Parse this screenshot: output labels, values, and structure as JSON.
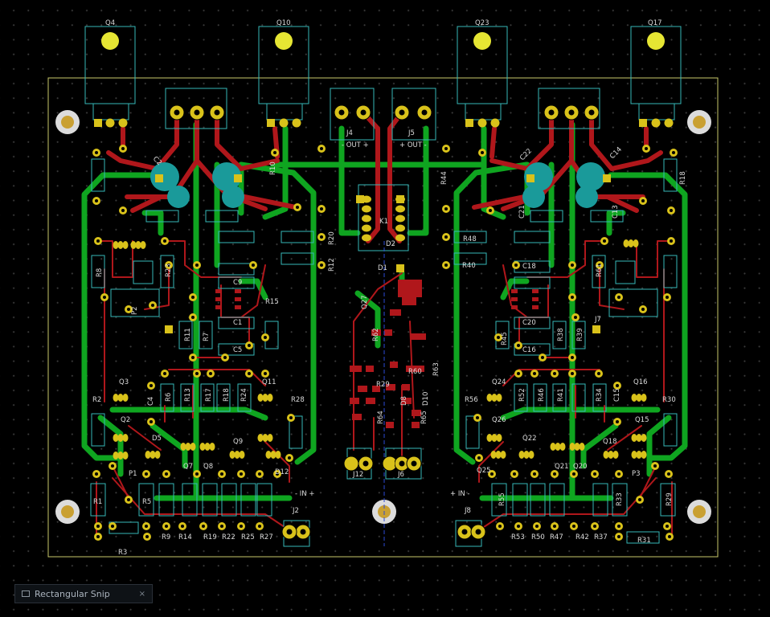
{
  "tooltip": {
    "label": "Rectangular Snip",
    "close_glyph": "×"
  },
  "components": [
    {
      "id": "lab-q4",
      "text": "Q4"
    },
    {
      "id": "lab-q10",
      "text": "Q10"
    },
    {
      "id": "lab-q23",
      "text": "Q23"
    },
    {
      "id": "lab-q17",
      "text": "Q17"
    },
    {
      "id": "lab-j4",
      "text": "J4"
    },
    {
      "id": "lab-j5",
      "text": "J5"
    },
    {
      "id": "lab-out-l",
      "text": "- OUT +"
    },
    {
      "id": "lab-out-r",
      "text": "+ OUT -"
    },
    {
      "id": "lab-k1",
      "text": "K1"
    },
    {
      "id": "lab-d1",
      "text": "D1"
    },
    {
      "id": "lab-r20",
      "text": "R20"
    },
    {
      "id": "lab-r12",
      "text": "R12"
    },
    {
      "id": "lab-r44",
      "text": "R44"
    },
    {
      "id": "lab-r18",
      "text": "R18"
    },
    {
      "id": "lab-q27",
      "text": "Q27"
    },
    {
      "id": "lab-r62",
      "text": "R62"
    },
    {
      "id": "lab-r63",
      "text": "R63"
    },
    {
      "id": "lab-r29",
      "text": "R29"
    },
    {
      "id": "lab-d8",
      "text": "D8"
    },
    {
      "id": "lab-d10",
      "text": "D10"
    },
    {
      "id": "lab-r64",
      "text": "R64"
    },
    {
      "id": "lab-r65",
      "text": "R65"
    },
    {
      "id": "lab-j12",
      "text": "J12"
    },
    {
      "id": "lab-j6",
      "text": "J6"
    },
    {
      "id": "lab-c9",
      "text": "C9"
    },
    {
      "id": "lab-c1",
      "text": "C1"
    },
    {
      "id": "lab-c5",
      "text": "C5"
    },
    {
      "id": "lab-r15",
      "text": "R15"
    },
    {
      "id": "lab-r7",
      "text": "R7"
    },
    {
      "id": "lab-r11",
      "text": "R11"
    },
    {
      "id": "lab-r23",
      "text": "R23"
    },
    {
      "id": "lab-r8",
      "text": "R8"
    },
    {
      "id": "lab-p2",
      "text": "P2"
    },
    {
      "id": "lab-q3",
      "text": "Q3"
    },
    {
      "id": "lab-q11",
      "text": "Q11"
    },
    {
      "id": "lab-r2",
      "text": "R2"
    },
    {
      "id": "lab-c4",
      "text": "C4"
    },
    {
      "id": "lab-r6",
      "text": "R6"
    },
    {
      "id": "lab-r13",
      "text": "R13"
    },
    {
      "id": "lab-r17",
      "text": "R17"
    },
    {
      "id": "lab-r18b",
      "text": "R18"
    },
    {
      "id": "lab-r24",
      "text": "R24"
    },
    {
      "id": "lab-r28",
      "text": "R28"
    },
    {
      "id": "lab-q2",
      "text": "Q2"
    },
    {
      "id": "lab-d5",
      "text": "D5"
    },
    {
      "id": "lab-q9",
      "text": "Q9"
    },
    {
      "id": "lab-p1",
      "text": "P1"
    },
    {
      "id": "lab-q7",
      "text": "Q7"
    },
    {
      "id": "lab-q8",
      "text": "Q8"
    },
    {
      "id": "lab-d12",
      "text": "D12"
    },
    {
      "id": "lab-r1",
      "text": "R1"
    },
    {
      "id": "lab-r5",
      "text": "R5"
    },
    {
      "id": "lab-r3",
      "text": "R3"
    },
    {
      "id": "lab-in-l",
      "text": "- IN +"
    },
    {
      "id": "lab-j2",
      "text": "J2"
    },
    {
      "id": "lab-r9",
      "text": "R9"
    },
    {
      "id": "lab-r14",
      "text": "R14"
    },
    {
      "id": "lab-r19",
      "text": "R19"
    },
    {
      "id": "lab-r22",
      "text": "R22"
    },
    {
      "id": "lab-r25",
      "text": "R25"
    },
    {
      "id": "lab-r27",
      "text": "R27"
    },
    {
      "id": "lab-in-r",
      "text": "+ IN -"
    },
    {
      "id": "lab-j8",
      "text": "J8"
    },
    {
      "id": "lab-r53",
      "text": "R53"
    },
    {
      "id": "lab-r50",
      "text": "R50"
    },
    {
      "id": "lab-r47",
      "text": "R47"
    },
    {
      "id": "lab-r42",
      "text": "R42"
    },
    {
      "id": "lab-r37",
      "text": "R37"
    },
    {
      "id": "lab-r31",
      "text": "R31"
    },
    {
      "id": "lab-r33",
      "text": "R33"
    },
    {
      "id": "lab-r29b",
      "text": "R29"
    },
    {
      "id": "lab-q24",
      "text": "Q24"
    },
    {
      "id": "lab-q16",
      "text": "Q16"
    },
    {
      "id": "lab-r56",
      "text": "R56"
    },
    {
      "id": "lab-r52",
      "text": "R52"
    },
    {
      "id": "lab-r46",
      "text": "R46"
    },
    {
      "id": "lab-r41",
      "text": "R41"
    },
    {
      "id": "lab-r34",
      "text": "R34"
    },
    {
      "id": "lab-r30",
      "text": "R30"
    },
    {
      "id": "lab-q26",
      "text": "Q26"
    },
    {
      "id": "lab-q22",
      "text": "Q22"
    },
    {
      "id": "lab-q18",
      "text": "Q18"
    },
    {
      "id": "lab-q15",
      "text": "Q15"
    },
    {
      "id": "lab-q25",
      "text": "Q25"
    },
    {
      "id": "lab-q21",
      "text": "Q21"
    },
    {
      "id": "lab-q20",
      "text": "Q20"
    },
    {
      "id": "lab-p3",
      "text": "P3"
    },
    {
      "id": "lab-r38",
      "text": "R38"
    },
    {
      "id": "lab-r39",
      "text": "R39"
    },
    {
      "id": "lab-r45",
      "text": "R45"
    },
    {
      "id": "lab-r61",
      "text": "R61"
    },
    {
      "id": "lab-r40",
      "text": "R40"
    },
    {
      "id": "lab-c18",
      "text": "C18"
    },
    {
      "id": "lab-c20",
      "text": "C20"
    },
    {
      "id": "lab-c16",
      "text": "C16"
    },
    {
      "id": "lab-j7",
      "text": "J7"
    },
    {
      "id": "lab-c2",
      "text": "C2"
    },
    {
      "id": "lab-c14",
      "text": "C14"
    },
    {
      "id": "lab-c13",
      "text": "C13"
    },
    {
      "id": "lab-c21",
      "text": "C21"
    },
    {
      "id": "lab-c22",
      "text": "C22"
    },
    {
      "id": "lab-r48",
      "text": "R48"
    },
    {
      "id": "lab-r55",
      "text": "R55"
    },
    {
      "id": "lab-c15",
      "text": "C15"
    },
    {
      "id": "lab-r60",
      "text": "R60"
    },
    {
      "id": "lab-d2",
      "text": "D2"
    },
    {
      "id": "lab-r10",
      "text": "R10"
    }
  ]
}
